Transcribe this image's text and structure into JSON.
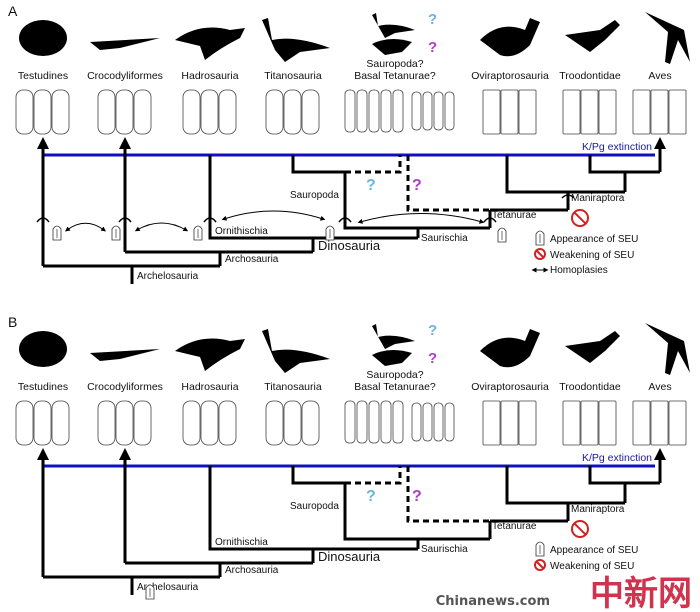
{
  "panels": [
    {
      "label": "A",
      "taxa": [
        "Testudines",
        "Crocodyliformes",
        "Hadrosauria",
        "Titanosauria",
        "Sauropoda?\nBasal Tetanurae?",
        "Oviraptorosauria",
        "Troodontidae",
        "Aves"
      ],
      "event_line": "K/Pg extinction",
      "clades": {
        "archelosauria": "Archelosauria",
        "archosauria": "Archosauria",
        "ornithischia": "Ornithischia",
        "dinosauria": "Dinosauria",
        "sauropoda": "Sauropoda",
        "saurischia": "Saurischia",
        "tetanurae": "Tetanurae",
        "maniraptora": "Maniraptora"
      },
      "unknown_marks": [
        "?",
        "?"
      ],
      "legend": [
        "Appearance of SEU",
        "Weakening of SEU",
        "Homoplasies"
      ],
      "show_homoplasies": true
    },
    {
      "label": "B",
      "taxa": [
        "Testudines",
        "Crocodyliformes",
        "Hadrosauria",
        "Titanosauria",
        "Sauropoda?\nBasal Tetanurae?",
        "Oviraptorosauria",
        "Troodontidae",
        "Aves"
      ],
      "event_line": "K/Pg extinction",
      "clades": {
        "archelosauria": "Archelosauria",
        "archosauria": "Archosauria",
        "ornithischia": "Ornithischia",
        "dinosauria": "Dinosauria",
        "sauropoda": "Sauropoda",
        "saurischia": "Saurischia",
        "tetanurae": "Tetanurae",
        "maniraptora": "Maniraptora"
      },
      "unknown_marks": [
        "?",
        "?"
      ],
      "legend": [
        "Appearance of SEU",
        "Weakening of SEU"
      ],
      "show_homoplasies": false
    }
  ],
  "watermark": {
    "text_cn": "中新网",
    "text_en": "Chinanews.com"
  },
  "colors": {
    "kpg_line": "#1010c0",
    "sauropod_question": "#6cb4e0",
    "tetanurae_question": "#b03ccc",
    "weakening_icon": "#d42020",
    "watermark": "#c8102e"
  }
}
